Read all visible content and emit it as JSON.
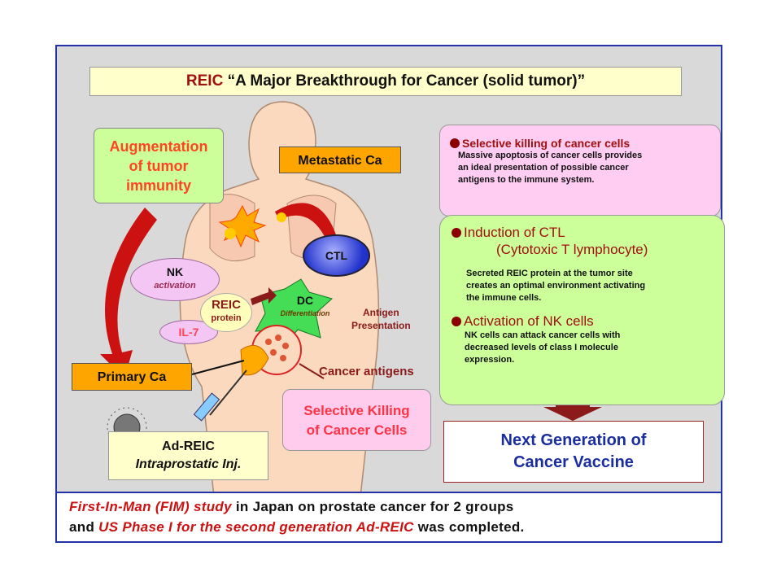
{
  "title": {
    "prefix": "REIC",
    "main": "“A Major Breakthrough for Cancer (solid tumor)”"
  },
  "diagram": {
    "augmentation": [
      "Augmentation",
      "of tumor",
      "immunity"
    ],
    "metastatic": "Metastatic Ca",
    "primary": "Primary Ca",
    "ctl": "CTL",
    "nk": {
      "label": "NK",
      "sub": "activation"
    },
    "il7": "IL-7",
    "reic": {
      "label": "REIC",
      "sub": "protein"
    },
    "dc": {
      "label": "DC",
      "sub": "Differentiation"
    },
    "antigen_presentation": [
      "Antigen",
      "Presentation"
    ],
    "cancer_antigens": "Cancer antigens",
    "selective": [
      "Selective Killing",
      "of Cancer Cells"
    ],
    "adreic": {
      "label": "Ad-REIC",
      "sub": "Intraprostatic Inj."
    }
  },
  "panels": {
    "selective": {
      "heading": "Selective killing  of cancer cells",
      "text": [
        "Massive apoptosis of cancer cells provides",
        "an ideal presentation of possible cancer",
        "antigens to the immune system."
      ]
    },
    "ctl": {
      "heading": "Induction of CTL",
      "heading2": "(Cytotoxic T lymphocyte)",
      "text": [
        "Secreted REIC protein at the tumor site",
        "creates an optimal environment activating",
        "the immune cells."
      ]
    },
    "nk": {
      "heading": "Activation of NK cells",
      "text": [
        "NK cells can attack cancer cells with",
        "decreased levels of class I molecule",
        "expression."
      ]
    },
    "next": [
      "Next Generation of",
      "Cancer Vaccine"
    ]
  },
  "footer": {
    "line1_red": "First-In-Man (FIM) study",
    "line1_rest": " in Japan on prostate cancer for 2 groups",
    "line2_a": "and ",
    "line2_red": "US Phase I for the second generation Ad-REIC",
    "line2_rest": " was completed."
  }
}
